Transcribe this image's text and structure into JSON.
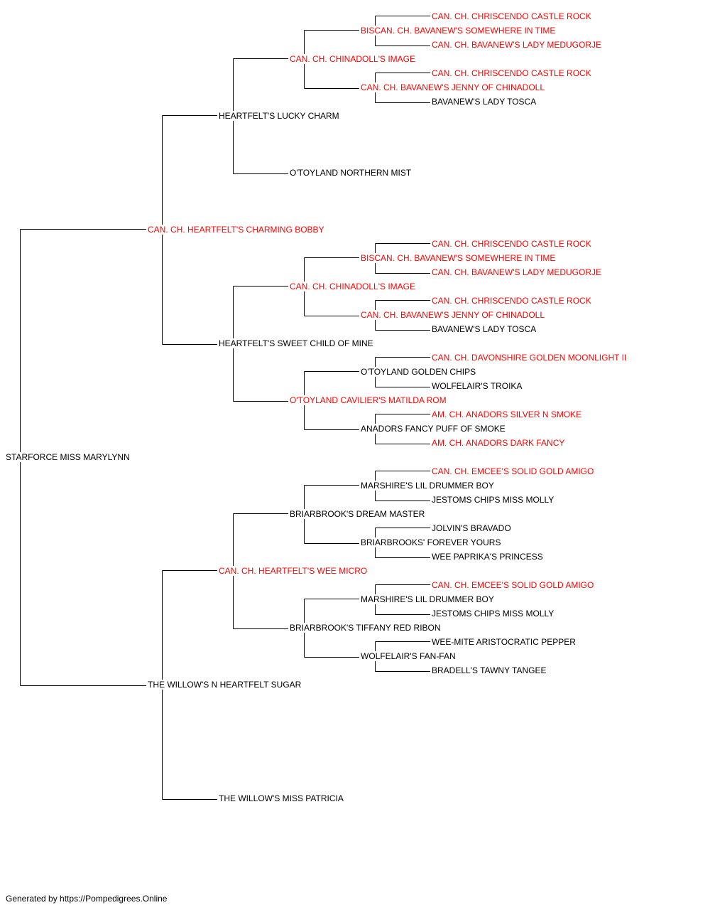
{
  "colors": {
    "champion": "#ff0000",
    "normal": "#000000",
    "line": "#000000"
  },
  "pedigree": {
    "name": "STARFORCE MISS MARYLYNN",
    "ch": false,
    "sire": {
      "name": "CAN. CH. HEARTFELT'S CHARMING BOBBY",
      "ch": true,
      "sire": {
        "name": "HEARTFELT'S LUCKY CHARM",
        "ch": false,
        "sire": {
          "name": "CAN. CH. CHINADOLL'S IMAGE",
          "ch": true,
          "sire": {
            "name": "BISCAN. CH. BAVANEW'S SOMEWHERE IN TIME",
            "ch": true,
            "sire": {
              "name": "CAN. CH. CHRISCENDO CASTLE ROCK",
              "ch": true
            },
            "dam": {
              "name": "CAN. CH. BAVANEW'S LADY MEDUGORJE",
              "ch": true
            }
          },
          "dam": {
            "name": "CAN. CH. BAVANEW'S JENNY OF CHINADOLL",
            "ch": true,
            "sire": {
              "name": "CAN. CH. CHRISCENDO CASTLE ROCK",
              "ch": true
            },
            "dam": {
              "name": "BAVANEW'S LADY TOSCA",
              "ch": false
            }
          }
        },
        "dam": {
          "name": "O'TOYLAND NORTHERN MIST",
          "ch": false
        }
      },
      "dam": {
        "name": "HEARTFELT'S SWEET CHILD OF MINE",
        "ch": false,
        "sire": {
          "name": "CAN. CH. CHINADOLL'S IMAGE",
          "ch": true,
          "sire": {
            "name": "BISCAN. CH. BAVANEW'S SOMEWHERE IN TIME",
            "ch": true,
            "sire": {
              "name": "CAN. CH. CHRISCENDO CASTLE ROCK",
              "ch": true
            },
            "dam": {
              "name": "CAN. CH. BAVANEW'S LADY MEDUGORJE",
              "ch": true
            }
          },
          "dam": {
            "name": "CAN. CH. BAVANEW'S JENNY OF CHINADOLL",
            "ch": true,
            "sire": {
              "name": "CAN. CH. CHRISCENDO CASTLE ROCK",
              "ch": true
            },
            "dam": {
              "name": "BAVANEW'S LADY TOSCA",
              "ch": false
            }
          }
        },
        "dam": {
          "name": "O'TOYLAND CAVILIER'S MATILDA ROM",
          "ch": true,
          "sire": {
            "name": "O'TOYLAND GOLDEN CHIPS",
            "ch": false,
            "sire": {
              "name": "CAN. CH. DAVONSHIRE GOLDEN MOONLIGHT II",
              "ch": true
            },
            "dam": {
              "name": "WOLFELAIR'S TROIKA",
              "ch": false
            }
          },
          "dam": {
            "name": "ANADORS FANCY PUFF OF SMOKE",
            "ch": false,
            "sire": {
              "name": "AM. CH. ANADORS SILVER N SMOKE",
              "ch": true
            },
            "dam": {
              "name": "AM. CH. ANADORS DARK FANCY",
              "ch": true
            }
          }
        }
      }
    },
    "dam": {
      "name": "THE WILLOW'S N HEARTFELT SUGAR",
      "ch": false,
      "sire": {
        "name": "CAN. CH. HEARTFELT'S WEE MICRO",
        "ch": true,
        "sire": {
          "name": "BRIARBROOK'S DREAM MASTER",
          "ch": false,
          "sire": {
            "name": "MARSHIRE'S LIL DRUMMER BOY",
            "ch": false,
            "sire": {
              "name": "CAN. CH. EMCEE'S SOLID GOLD AMIGO",
              "ch": true
            },
            "dam": {
              "name": "JESTOMS CHIPS MISS MOLLY",
              "ch": false
            }
          },
          "dam": {
            "name": "BRIARBROOKS' FOREVER YOURS",
            "ch": false,
            "sire": {
              "name": "JOLVIN'S BRAVADO",
              "ch": false
            },
            "dam": {
              "name": "WEE PAPRIKA'S PRINCESS",
              "ch": false
            }
          }
        },
        "dam": {
          "name": "BRIARBROOK'S TIFFANY RED RIBON",
          "ch": false,
          "sire": {
            "name": "MARSHIRE'S LIL DRUMMER BOY",
            "ch": false,
            "sire": {
              "name": "CAN. CH. EMCEE'S SOLID GOLD AMIGO",
              "ch": true
            },
            "dam": {
              "name": "JESTOMS CHIPS MISS MOLLY",
              "ch": false
            }
          },
          "dam": {
            "name": "WOLFELAIR'S FAN-FAN",
            "ch": false,
            "sire": {
              "name": "WEE-MITE ARISTOCRATIC PEPPER",
              "ch": false
            },
            "dam": {
              "name": "BRADELL'S TAWNY TANGEE",
              "ch": false
            }
          }
        }
      },
      "dam": {
        "name": "THE WILLOW'S MISS PATRICIA",
        "ch": false
      }
    }
  },
  "footer": {
    "text": "Generated by https://Pompedigrees.Online"
  }
}
